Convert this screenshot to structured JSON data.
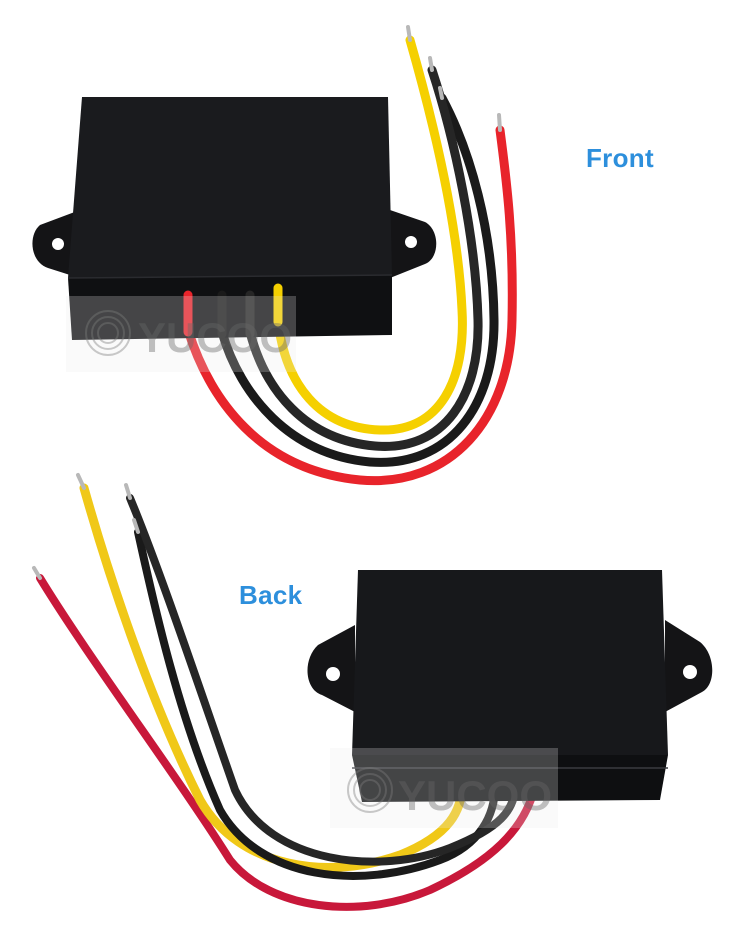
{
  "labels": {
    "front": "Front",
    "back": "Back"
  },
  "watermark": {
    "text": "YUCOO",
    "logo": "circular-fingerprint-logo"
  },
  "product": {
    "type": "DC power converter module",
    "enclosure_color": "#16171a",
    "mounting_tabs": 2,
    "wires": [
      {
        "color_name": "red",
        "hex": "#e8242b"
      },
      {
        "color_name": "black",
        "hex": "#1a1a1a"
      },
      {
        "color_name": "black",
        "hex": "#1a1a1a"
      },
      {
        "color_name": "yellow",
        "hex": "#f5d000"
      }
    ]
  },
  "colors": {
    "label": "#2d8fdc",
    "background": "#ffffff",
    "back_red_wire": "#c8183a"
  }
}
